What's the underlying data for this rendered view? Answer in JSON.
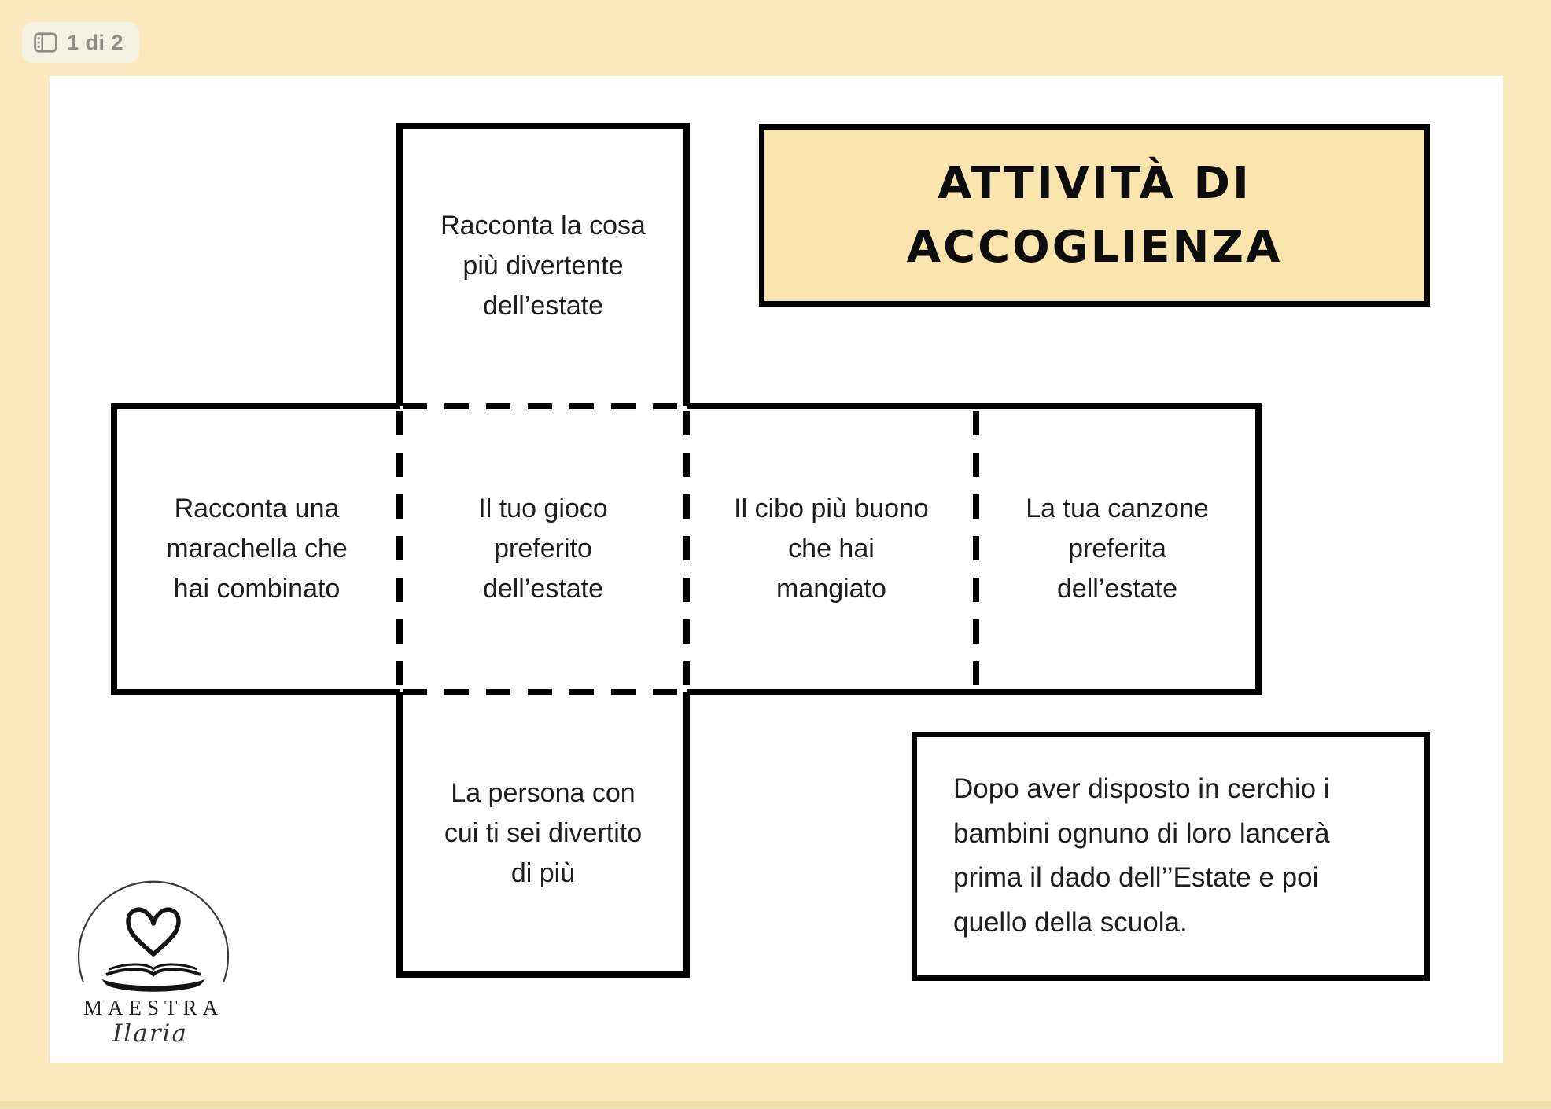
{
  "colors": {
    "frame": "#fbe9bd",
    "page": "#ffffff",
    "title_fill": "#fae5ae",
    "line": "#000000",
    "badge_bg": "#f5f1e2",
    "badge_text": "#8e8d88",
    "body_text": "#1d1d1d"
  },
  "badge": {
    "label": "1 di 2",
    "icon": "page-thumbnails-panel-icon"
  },
  "title_box": {
    "text": "ATTIVITÀ DI\nACCOGLIENZA"
  },
  "dice": {
    "faces": [
      {
        "id": "top",
        "text": "Racconta la cosa\npiù divertente\ndell’estate"
      },
      {
        "id": "left",
        "text": "Racconta una\nmarachella che\nhai combinato"
      },
      {
        "id": "center",
        "text": "Il tuo gioco\npreferito\ndell’estate"
      },
      {
        "id": "right",
        "text": "Il cibo più buono\nche hai\nmangiato"
      },
      {
        "id": "far-right",
        "text": "La tua canzone\npreferita\ndell’estate"
      },
      {
        "id": "bottom",
        "text": "La persona con\ncui ti sei divertito\ndi più"
      }
    ]
  },
  "instruction_box": {
    "text": "Dopo aver disposto in cerchio i\nbambini ognuno di loro lancerà\nprima il dado dell’’Estate e poi\nquello della scuola."
  },
  "logo": {
    "name": "MAESTRA",
    "subname": "Ilaria"
  }
}
